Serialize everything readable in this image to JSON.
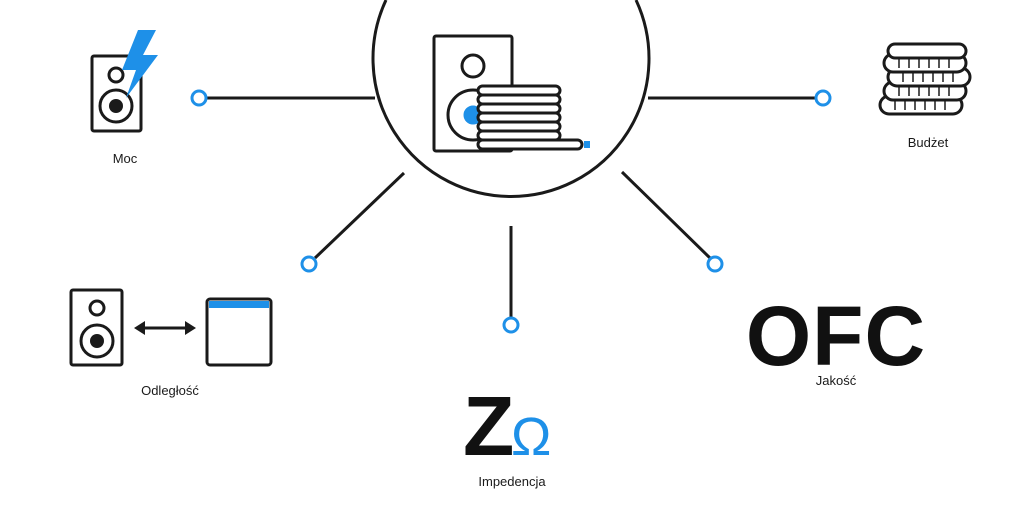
{
  "colors": {
    "ink": "#1a1a1a",
    "accent": "#1e90e8"
  },
  "center": {
    "icon": "speaker-with-cable-coil-icon"
  },
  "nodes": [
    {
      "id": "moc",
      "label": "Moc",
      "icon": "speaker-lightning-icon"
    },
    {
      "id": "budzet",
      "label": "Budżet",
      "icon": "coin-stack-icon"
    },
    {
      "id": "odleglosc",
      "label": "Odległość",
      "icon": "speaker-distance-amplifier-icon"
    },
    {
      "id": "impedencja",
      "label": "Impedencja",
      "icon": "z-omega-icon"
    },
    {
      "id": "jakosc",
      "label": "Jakość",
      "icon": "ofc-text"
    }
  ],
  "ofc_text": "OFC",
  "z_letter": "Z",
  "omega": "Ω"
}
